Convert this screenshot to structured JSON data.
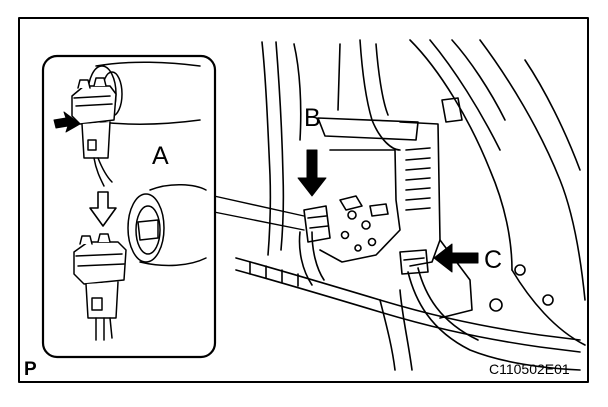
{
  "callouts": {
    "a": "A",
    "b": "B",
    "c": "C"
  },
  "corner_mark": "P",
  "figure_id": "C110502E01",
  "colors": {
    "line": "#000000",
    "background": "#ffffff"
  }
}
